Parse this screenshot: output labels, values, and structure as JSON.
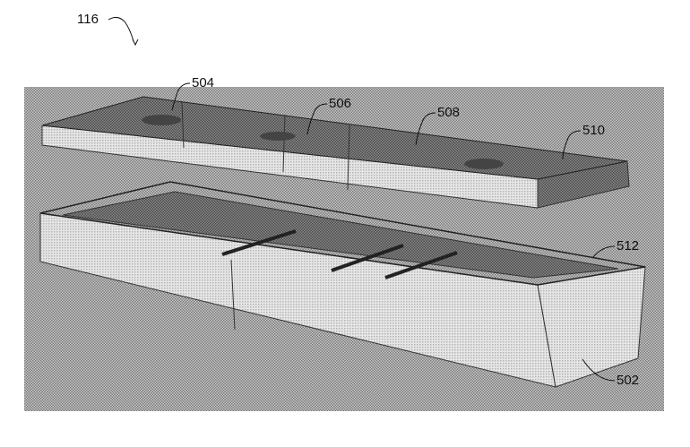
{
  "figure": {
    "ref_main": "116",
    "labels": {
      "lid_segment_1": "504",
      "lid_segment_2": "506",
      "lid_segment_3": "508",
      "lid_segment_4": "510",
      "tray_rim": "512",
      "tray": "502"
    }
  },
  "colors": {
    "background": "#a9a9a9",
    "lid_top": "#6e6e6e",
    "side": "#d0d0d0",
    "ink": "#111111"
  }
}
